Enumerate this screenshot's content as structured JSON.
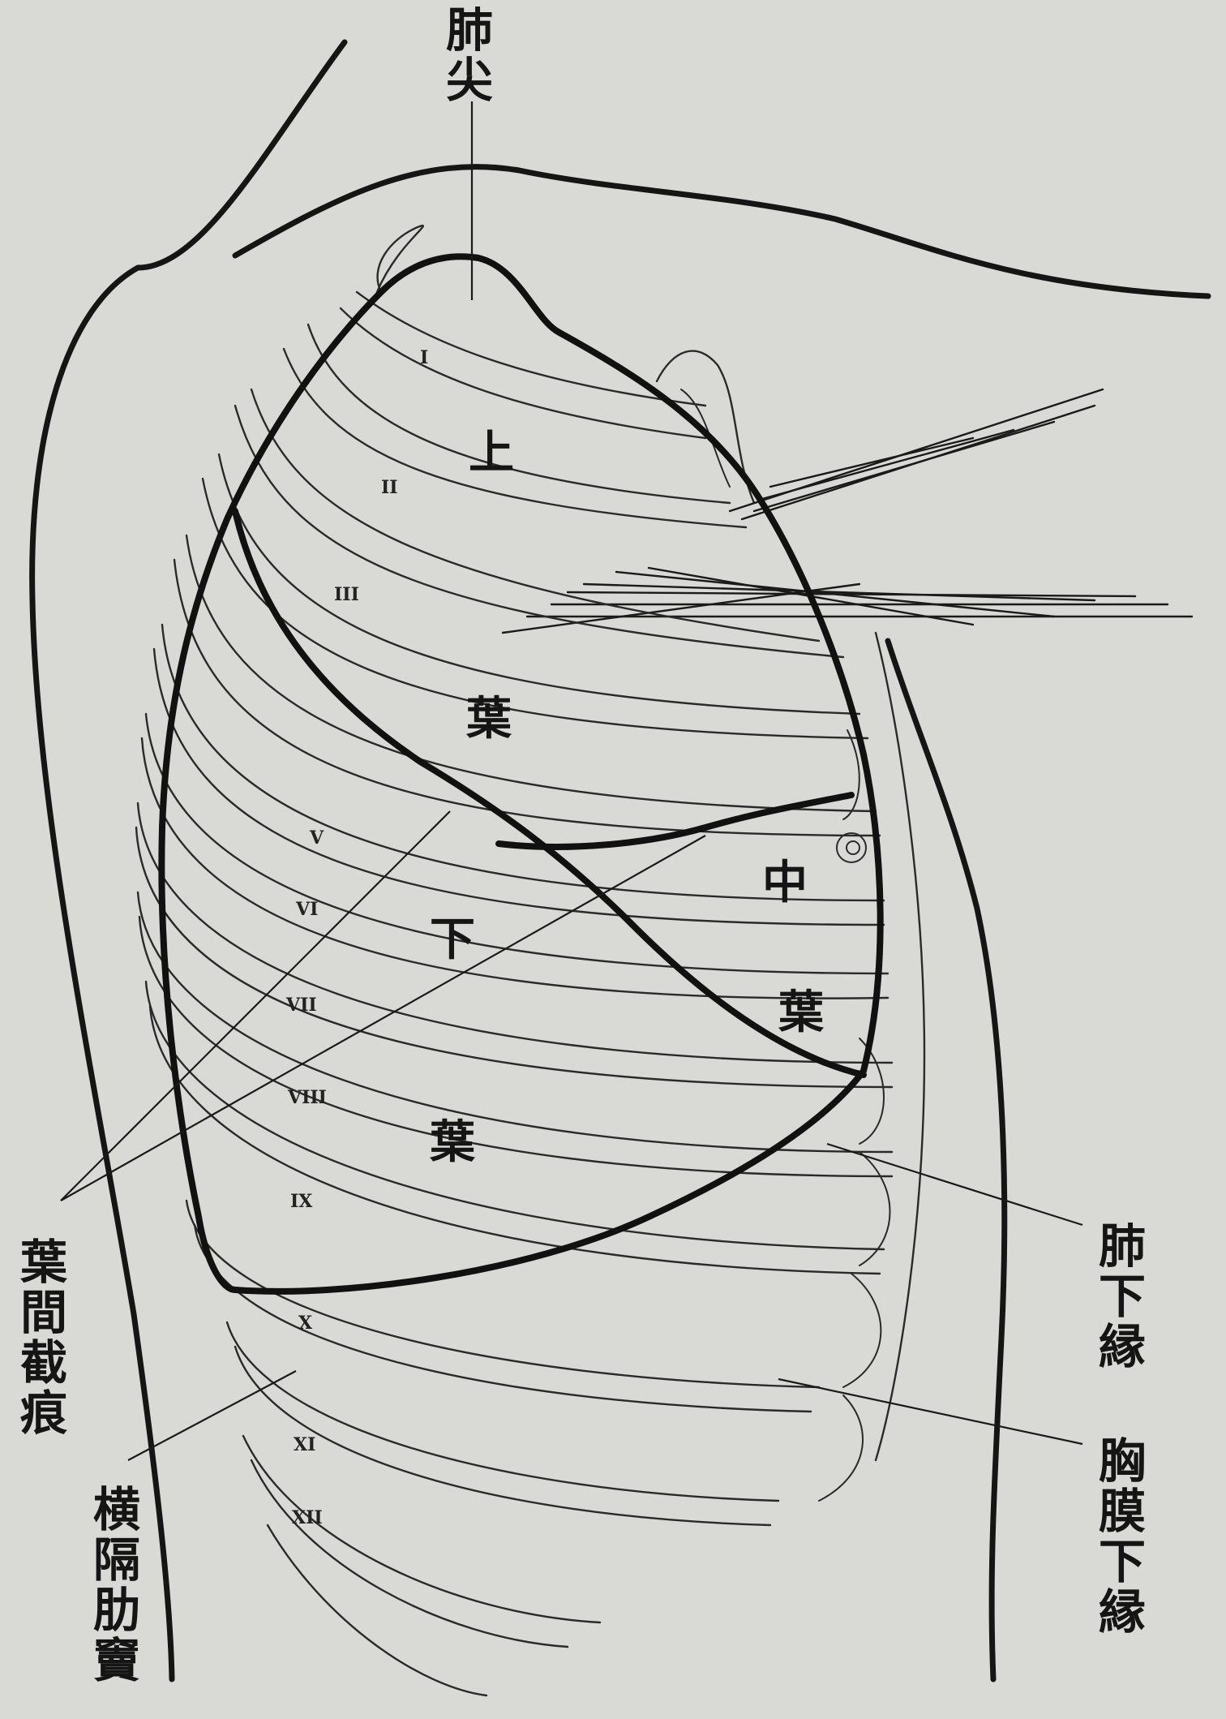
{
  "labels": {
    "lung_apex": "肺尖",
    "interlobar_fissure": "葉間截痕",
    "inferior_lung_border": "肺下縁",
    "inferior_pleural_border": "胸膜下縁",
    "costodiaphragmatic_recess": "横隔肋竇"
  },
  "lobes": {
    "upper": [
      "上",
      "葉"
    ],
    "middle": [
      "中",
      "葉"
    ],
    "lower": [
      "下",
      "葉"
    ]
  },
  "ribs": [
    "I",
    "II",
    "III",
    "V",
    "VI",
    "VII",
    "VIII",
    "IX",
    "X",
    "XI",
    "XII"
  ]
}
